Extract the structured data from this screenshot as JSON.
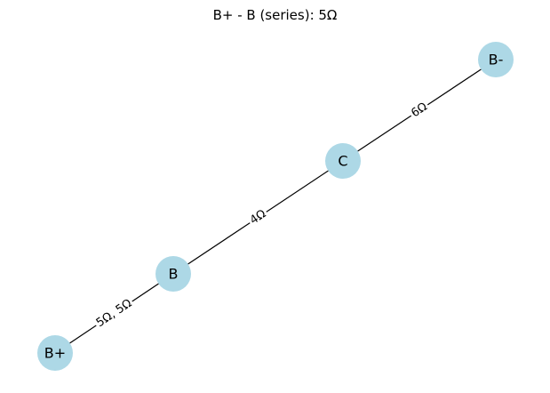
{
  "title": "B+ - B (series): 5Ω",
  "colors": {
    "node_fill": "#add8e6",
    "edge": "#000000",
    "label_background": "#ffffff"
  },
  "nodes": [
    {
      "id": "Bplus",
      "label": "B+"
    },
    {
      "id": "B",
      "label": "B"
    },
    {
      "id": "C",
      "label": "C"
    },
    {
      "id": "Bminus",
      "label": "B-"
    }
  ],
  "edges": [
    {
      "from": "Bplus",
      "to": "B",
      "label": "5Ω, 5Ω"
    },
    {
      "from": "B",
      "to": "C",
      "label": "4Ω"
    },
    {
      "from": "C",
      "to": "Bminus",
      "label": "6Ω"
    }
  ]
}
